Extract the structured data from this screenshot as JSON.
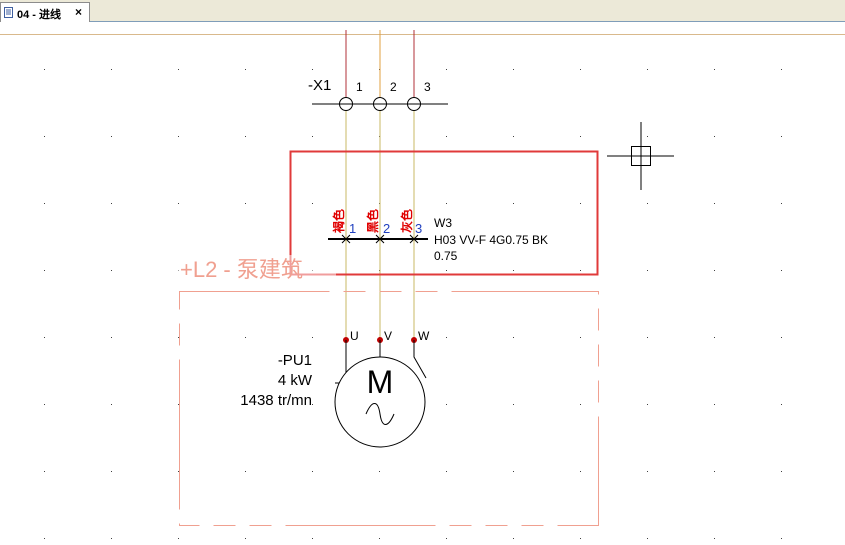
{
  "tab": {
    "title": "04 - 进线",
    "close": "×"
  },
  "terminal": {
    "tag": "-X1",
    "numbers": [
      "1",
      "2",
      "3"
    ]
  },
  "cable": {
    "name": "W3",
    "type": "H03 VV-F 4G0.75 BK",
    "section": "0.75",
    "conductor_numbers": [
      "1",
      "2",
      "3"
    ],
    "conductor_colors": [
      "褐色",
      "黑色",
      "灰色"
    ]
  },
  "location_box": {
    "label": "+L2 - 泵建筑"
  },
  "motor": {
    "tag": "-PU1",
    "power": "4 kW",
    "speed": "1438 tr/mn",
    "symbol": "M",
    "terminals": [
      "U",
      "V",
      "W"
    ]
  },
  "colors": {
    "wire_red": "#b0303a",
    "wire_brown": "#c8b864",
    "wire_orange": "#e0a040",
    "highlight_box": "#e03a3a",
    "location_box": "#f0a090",
    "conductor_number": "#2040c0",
    "conductor_color_text": "#e00000",
    "dot": "#c00000"
  }
}
